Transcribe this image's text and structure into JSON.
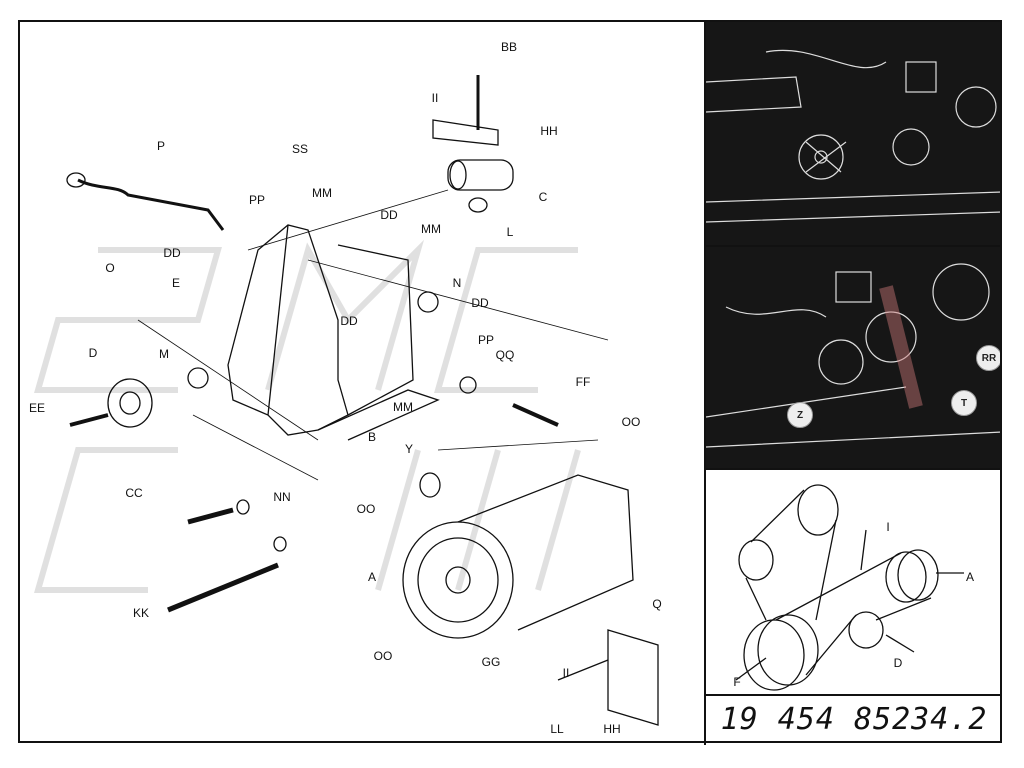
{
  "diagram_labels": {
    "bb": "BB",
    "ii_top": "II",
    "hh_top": "HH",
    "p": "P",
    "ss": "SS",
    "c": "C",
    "mm1": "MM",
    "dd1": "DD",
    "pp1": "PP",
    "mm2": "MM",
    "l": "L",
    "dd2": "DD",
    "o": "O",
    "e": "E",
    "n": "N",
    "dd3": "DD",
    "dd4": "DD",
    "pp2": "PP",
    "qq": "QQ",
    "m": "M",
    "d": "D",
    "ff": "FF",
    "ee": "EE",
    "mm3": "MM",
    "b": "B",
    "oo1": "OO",
    "y": "Y",
    "cc": "CC",
    "nn": "NN",
    "oo2": "OO",
    "a": "A",
    "kk": "KK",
    "q": "Q",
    "oo3": "OO",
    "gg": "GG",
    "ii_bottom": "II",
    "ll": "LL",
    "hh_bottom": "HH"
  },
  "photo_labels": {
    "z": "Z",
    "t": "T",
    "rr": "RR"
  },
  "belt_labels": {
    "i": "I",
    "a": "A",
    "d": "D",
    "f": "F"
  },
  "part_number": "19 454 85234.2"
}
